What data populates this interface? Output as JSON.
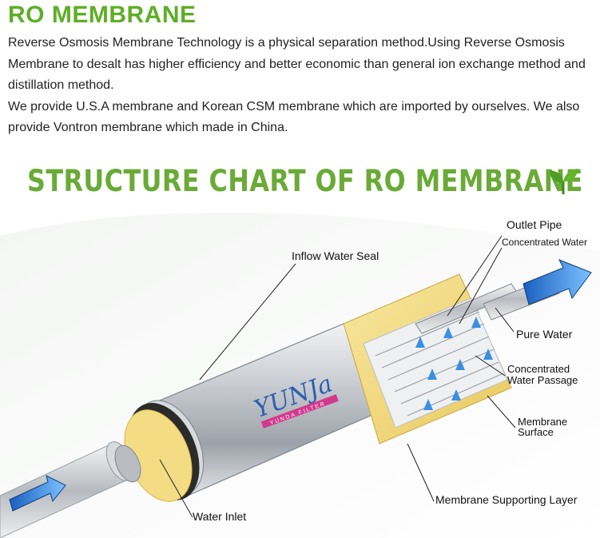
{
  "header": {
    "title": "RO MEMBRANE"
  },
  "intro": {
    "paragraph1": "Reverse Osmosis Membrane Technology is a physical separation method.Using Reverse Osmosis Membrane to desalt has higher efficiency and better economic than general ion exchange method and distillation method.",
    "paragraph2": "We provide U.S.A membrane and Korean CSM membrane which are imported by ourselves. We also provide Vontron membrane which made in China."
  },
  "chart": {
    "heading": "STRUCTURE CHART OF RO MEMBRANE",
    "brand_logo": "YUNJa",
    "brand_tagline": "YUNDA FILTER",
    "labels": {
      "inflow_water_seal": "Inflow Water Seal",
      "outlet_pipe": "Outlet Pipe",
      "concentrated_water": "Concentrated Water",
      "pure_water": "Pure Water",
      "concentrated_water_passage_1": "Concentrated",
      "concentrated_water_passage_2": "Water Passage",
      "membrane_surface_1": "Membrane",
      "membrane_surface_2": "Surface",
      "membrane_supporting_layer": "Membrane Supporting Layer",
      "water_inlet": "Water Inlet"
    }
  },
  "colors": {
    "title_green": "#5fae27",
    "heading_green": "#6aaa36",
    "body_text": "#222222",
    "felt_yellow": "#f3dc84",
    "arrow_blue": "#2f7fd0",
    "logo_blue": "#2b5fae",
    "logo_pink": "#d23a8c"
  },
  "icons": {
    "sprout": "sprout-icon"
  }
}
